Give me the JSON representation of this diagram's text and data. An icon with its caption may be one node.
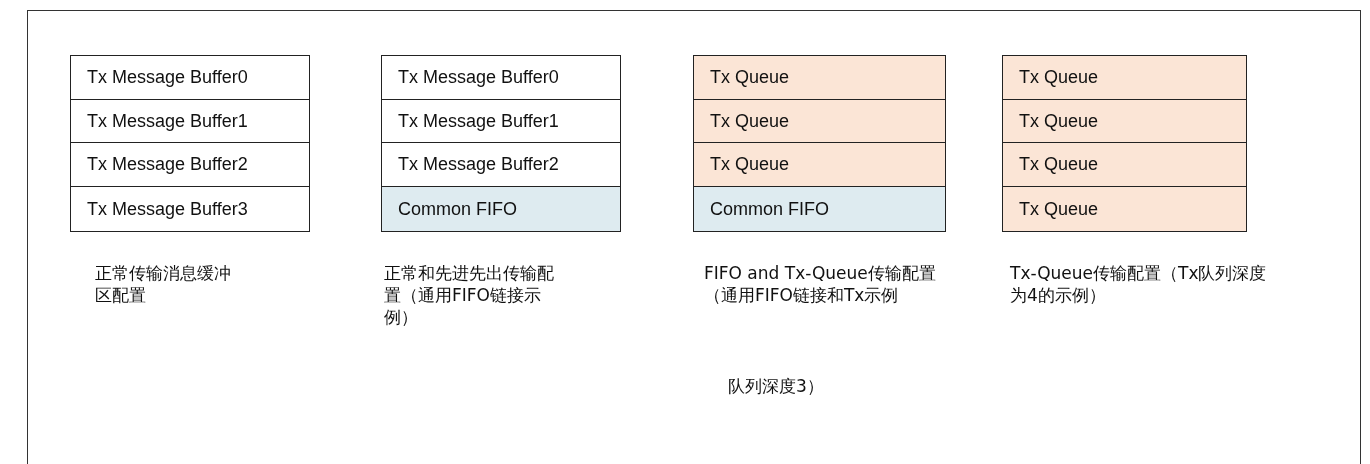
{
  "diagram": {
    "nodes": [
      {
        "text": [
          "Tx Message Buffer0"
        ]
      },
      {
        "text": [
          "Tx Message Buffer1"
        ]
      },
      {
        "text": [
          "Tx Message Buffer2"
        ]
      },
      {
        "text": [
          "Tx Message Buffer3"
        ]
      },
      {
        "text": [
          "Tx Message Buffer0"
        ]
      },
      {
        "text": [
          "Tx Message Buffer1"
        ]
      },
      {
        "text": [
          "Tx Message Buffer2"
        ]
      },
      {
        "text": [
          "Common FIFO"
        ]
      },
      {
        "text": [
          "Tx Queue"
        ]
      },
      {
        "text": [
          "Tx Queue"
        ]
      },
      {
        "text": [
          "Tx Queue"
        ]
      },
      {
        "text": [
          "Common FIFO"
        ]
      },
      {
        "text": [
          "Tx Queue"
        ]
      },
      {
        "text": [
          "Tx Queue"
        ]
      },
      {
        "text": [
          "Tx Queue"
        ]
      },
      {
        "text": [
          "Tx Queue"
        ]
      }
    ],
    "labels": [
      "正常传输消息缓冲区配置",
      "正常和先进先出传输配置（通用FIFO链接示例）",
      "FIFO and Tx-Queue传输配置（通用FIFO链接和Tx示例",
      "Tx-Queue传输配置（Tx队列深度为4的示例）",
      "队列深度3）"
    ]
  }
}
